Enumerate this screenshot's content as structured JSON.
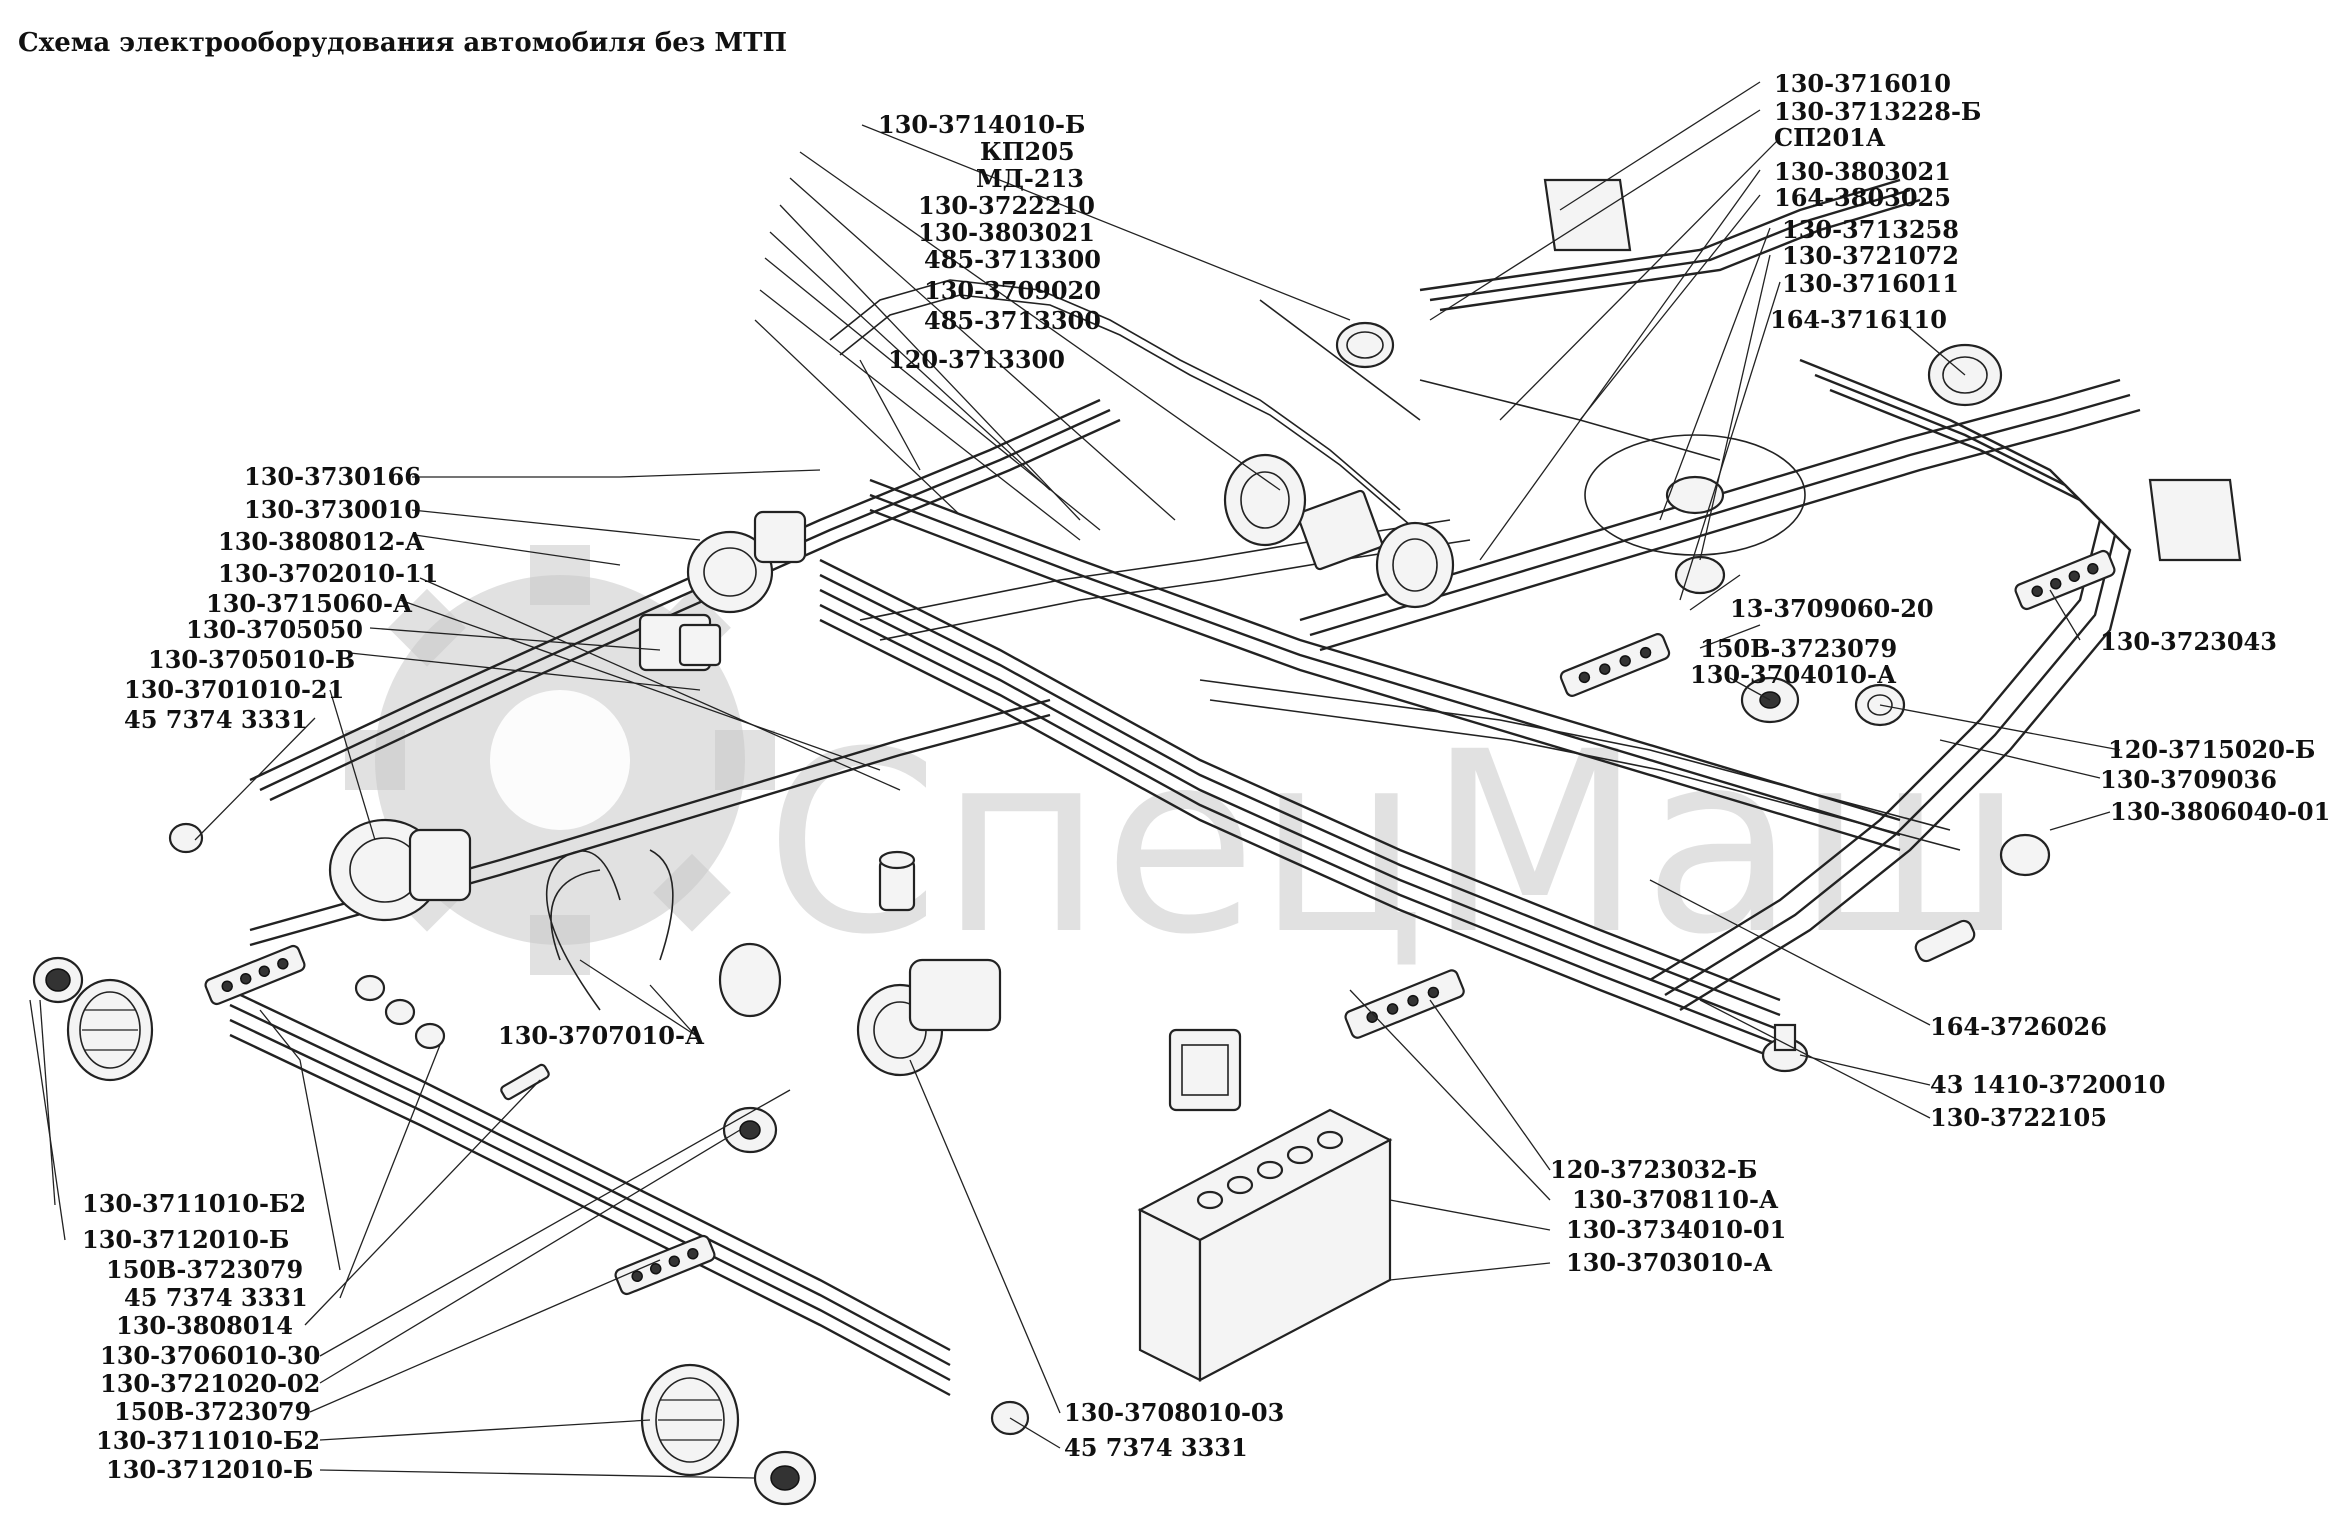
{
  "title": "Схема электрооборудования автомобиля без МТП",
  "watermark": "СпецМаш",
  "labels_left": [
    "130-3730166",
    "130-3730010",
    "130-3808012-А",
    "130-3702010-11",
    "130-3715060-А",
    "130-3705050",
    "130-3705010-В",
    "130-3701010-21",
    "45 7374 3331"
  ],
  "labels_top": [
    "130-3714010-Б",
    "КП205",
    "МД-213",
    "130-3722210",
    "130-3803021",
    "485-3713300",
    "130-3709020",
    "485-3713300",
    "120-3713300"
  ],
  "labels_right_top": [
    "130-3716010",
    "130-3713228-Б",
    "СП201А",
    "130-3803021",
    "164-3803025",
    "130-3713258",
    "130-3721072",
    "130-3716011",
    "164-3716110"
  ],
  "labels_right_mid": [
    "13-3709060-20",
    "130-3723043",
    "150В-3723079",
    "130-3704010-А",
    "120-3715020-Б",
    "130-3709036",
    "130-3806040-01",
    "164-3726026",
    "43 1410-3720010",
    "130-3722105"
  ],
  "labels_center": [
    "130-3707010-А",
    "120-3723032-Б",
    "130-3708110-А",
    "130-3734010-01",
    "130-3703010-А"
  ],
  "labels_bottom_left": [
    "130-3711010-Б2",
    "130-3712010-Б",
    "150В-3723079",
    "45 7374 3331",
    "130-3808014",
    "130-3706010-30",
    "130-3721020-02",
    "150В-3723079",
    "130-3711010-Б2",
    "130-3712010-Б"
  ],
  "labels_bottom_center": [
    "130-3708010-03",
    "45 7374 3331"
  ]
}
